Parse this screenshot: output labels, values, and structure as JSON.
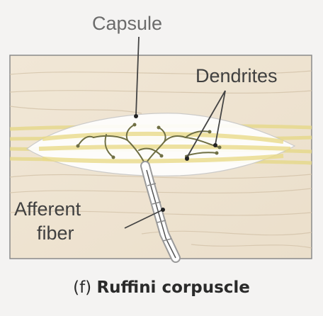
{
  "labels": {
    "capsule": "Capsule",
    "dendrites": "Dendrites",
    "afferent_line1": "Afferent",
    "afferent_line2": "fiber"
  },
  "caption": {
    "prefix": "(f)",
    "title": "Ruffini corpuscle"
  },
  "colors": {
    "background": "#f4f3f2",
    "tissue": "#efe3cf",
    "tissue_stroke": "#8a8a8a",
    "capsule_fill": "#ffffff",
    "collagen": "#ecdf9a",
    "dendrite": "#7a7a4e",
    "leader_line": "#444444"
  }
}
